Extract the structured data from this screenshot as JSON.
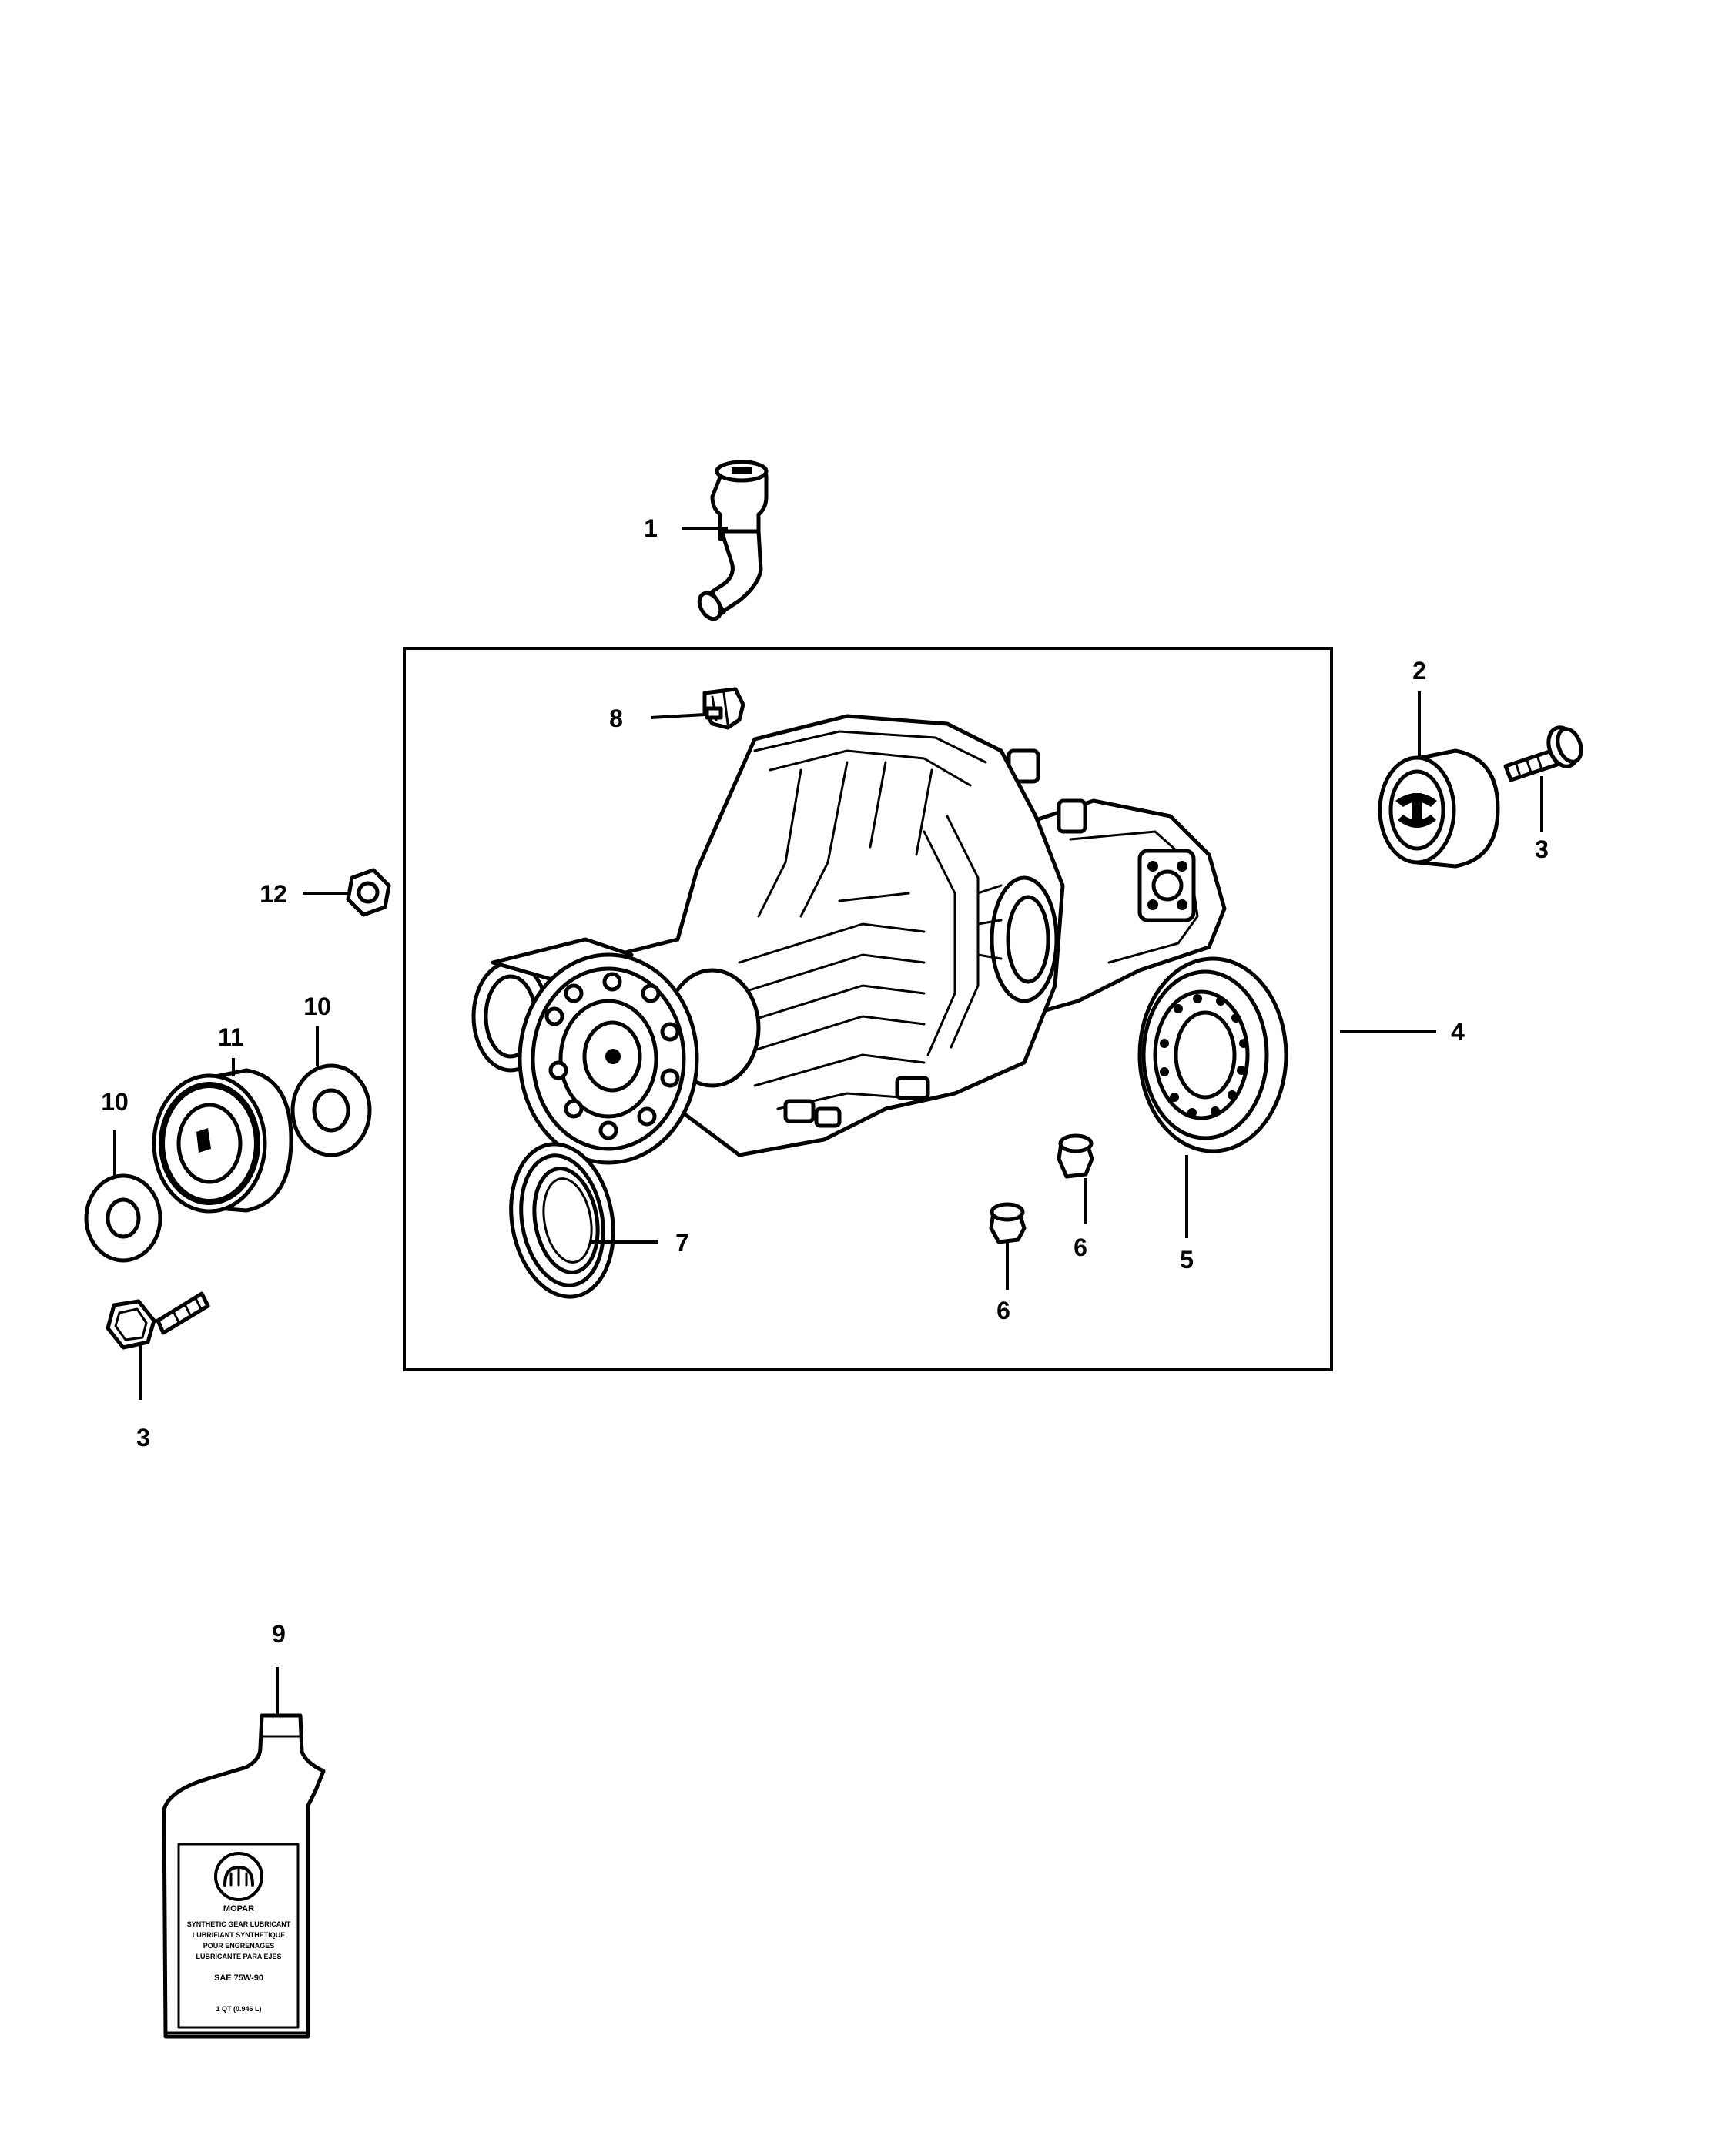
{
  "callouts": {
    "c1": "1",
    "c2": "2",
    "c3a": "3",
    "c3b": "3",
    "c4": "4",
    "c5": "5",
    "c6a": "6",
    "c6b": "6",
    "c7": "7",
    "c8": "8",
    "c9": "9",
    "c10a": "10",
    "c10b": "10",
    "c11": "11",
    "c12": "12"
  },
  "bottle_label": {
    "brand_logo": "MOPAR",
    "line1": "SYNTHETIC GEAR LUBRICANT",
    "line2": "LUBRIFIANT SYNTHETIQUE",
    "line3": "POUR ENGRENAGES",
    "line4": "LUBRICANTE PARA EJES",
    "line5": "SAE 75W-90",
    "line6": "1 QT (0.946 L)"
  }
}
